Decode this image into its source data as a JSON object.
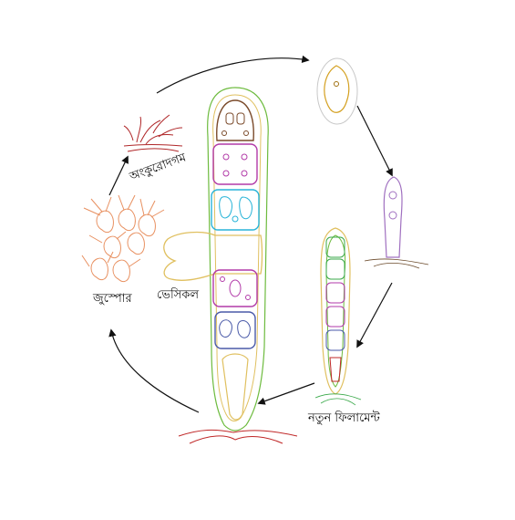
{
  "labels": {
    "germination": "অংকুরোদগম",
    "zoospore": "জুস্পোর",
    "vesicle": "ভেসিকল",
    "new_filament": "নতুন ফিলামেন্ট"
  },
  "colors": {
    "arrow": "#111111",
    "main_outline": "#6dbb3e",
    "inner_outline": "#e0c060",
    "cell_brown": "#7a4a2a",
    "cell_magenta": "#b23aa8",
    "cell_cyan": "#28b4d8",
    "cell_blue": "#4a5aa8",
    "zoospore_orange": "#e89060",
    "germination_red": "#b0282a",
    "small_filament_green": "#38a848",
    "young_plant_purple": "#a070c0",
    "spore_yellow": "#d4a020",
    "rhizoid": "#c02828"
  }
}
